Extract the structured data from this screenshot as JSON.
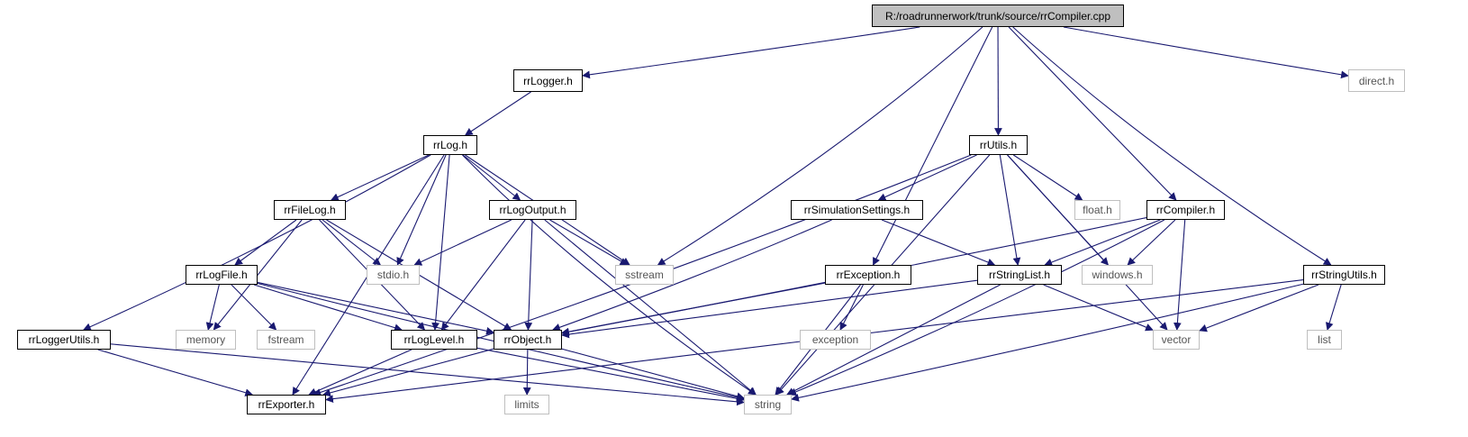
{
  "diagram": {
    "colors": {
      "edge": "#191970",
      "local_border": "#000000",
      "system_border": "#bfbfbf",
      "root_fill": "#bfbfbf"
    },
    "nodes": [
      {
        "id": "root",
        "label": "R:/roadrunnerwork/trunk/source/rrCompiler.cpp",
        "kind": "root"
      },
      {
        "id": "rrLogger",
        "label": "rrLogger.h",
        "kind": "local"
      },
      {
        "id": "direct",
        "label": "direct.h",
        "kind": "system"
      },
      {
        "id": "rrLog",
        "label": "rrLog.h",
        "kind": "local"
      },
      {
        "id": "rrUtils",
        "label": "rrUtils.h",
        "kind": "local"
      },
      {
        "id": "rrFileLog",
        "label": "rrFileLog.h",
        "kind": "local"
      },
      {
        "id": "rrLogOutput",
        "label": "rrLogOutput.h",
        "kind": "local"
      },
      {
        "id": "rrSimSettings",
        "label": "rrSimulationSettings.h",
        "kind": "local"
      },
      {
        "id": "float",
        "label": "float.h",
        "kind": "system"
      },
      {
        "id": "rrCompiler",
        "label": "rrCompiler.h",
        "kind": "local"
      },
      {
        "id": "rrLogFile",
        "label": "rrLogFile.h",
        "kind": "local"
      },
      {
        "id": "stdio",
        "label": "stdio.h",
        "kind": "system"
      },
      {
        "id": "sstream",
        "label": "sstream",
        "kind": "system"
      },
      {
        "id": "rrException",
        "label": "rrException.h",
        "kind": "local"
      },
      {
        "id": "rrStringList",
        "label": "rrStringList.h",
        "kind": "local"
      },
      {
        "id": "windows",
        "label": "windows.h",
        "kind": "system"
      },
      {
        "id": "rrStringUtils",
        "label": "rrStringUtils.h",
        "kind": "local"
      },
      {
        "id": "rrLoggerUtils",
        "label": "rrLoggerUtils.h",
        "kind": "local"
      },
      {
        "id": "memory",
        "label": "memory",
        "kind": "system"
      },
      {
        "id": "fstream",
        "label": "fstream",
        "kind": "system"
      },
      {
        "id": "rrLogLevel",
        "label": "rrLogLevel.h",
        "kind": "local"
      },
      {
        "id": "rrObject",
        "label": "rrObject.h",
        "kind": "local"
      },
      {
        "id": "exception",
        "label": "exception",
        "kind": "system"
      },
      {
        "id": "vector",
        "label": "vector",
        "kind": "system"
      },
      {
        "id": "list",
        "label": "list",
        "kind": "system"
      },
      {
        "id": "rrExporter",
        "label": "rrExporter.h",
        "kind": "local"
      },
      {
        "id": "limits",
        "label": "limits",
        "kind": "system"
      },
      {
        "id": "string",
        "label": "string",
        "kind": "system"
      }
    ],
    "edges": [
      [
        "root",
        "rrLogger"
      ],
      [
        "root",
        "direct"
      ],
      [
        "root",
        "rrUtils"
      ],
      [
        "root",
        "sstream"
      ],
      [
        "root",
        "rrException"
      ],
      [
        "root",
        "rrCompiler"
      ],
      [
        "root",
        "rrStringUtils"
      ],
      [
        "rrLogger",
        "rrLog"
      ],
      [
        "rrLog",
        "rrFileLog"
      ],
      [
        "rrLog",
        "rrLogOutput"
      ],
      [
        "rrLog",
        "stdio"
      ],
      [
        "rrLog",
        "sstream"
      ],
      [
        "rrLog",
        "rrLogLevel"
      ],
      [
        "rrLog",
        "string"
      ],
      [
        "rrLog",
        "rrLoggerUtils"
      ],
      [
        "rrLog",
        "rrExporter"
      ],
      [
        "rrUtils",
        "rrSimSettings"
      ],
      [
        "rrUtils",
        "float"
      ],
      [
        "rrUtils",
        "rrStringList"
      ],
      [
        "rrUtils",
        "windows"
      ],
      [
        "rrUtils",
        "vector"
      ],
      [
        "rrUtils",
        "string"
      ],
      [
        "rrUtils",
        "rrExporter"
      ],
      [
        "rrFileLog",
        "rrLogFile"
      ],
      [
        "rrFileLog",
        "stdio"
      ],
      [
        "rrFileLog",
        "memory"
      ],
      [
        "rrFileLog",
        "rrLogLevel"
      ],
      [
        "rrFileLog",
        "rrObject"
      ],
      [
        "rrLogOutput",
        "stdio"
      ],
      [
        "rrLogOutput",
        "sstream"
      ],
      [
        "rrLogOutput",
        "rrObject"
      ],
      [
        "rrLogOutput",
        "rrLogLevel"
      ],
      [
        "rrLogOutput",
        "string"
      ],
      [
        "rrSimSettings",
        "rrStringList"
      ],
      [
        "rrSimSettings",
        "rrObject"
      ],
      [
        "rrCompiler",
        "rrStringList"
      ],
      [
        "rrCompiler",
        "windows"
      ],
      [
        "rrCompiler",
        "vector"
      ],
      [
        "rrCompiler",
        "string"
      ],
      [
        "rrCompiler",
        "rrObject"
      ],
      [
        "rrLogFile",
        "memory"
      ],
      [
        "rrLogFile",
        "fstream"
      ],
      [
        "rrLogFile",
        "rrLogLevel"
      ],
      [
        "rrLogFile",
        "rrObject"
      ],
      [
        "rrLogFile",
        "string"
      ],
      [
        "rrException",
        "exception"
      ],
      [
        "rrException",
        "string"
      ],
      [
        "rrException",
        "rrObject"
      ],
      [
        "rrStringList",
        "vector"
      ],
      [
        "rrStringList",
        "string"
      ],
      [
        "rrStringList",
        "rrObject"
      ],
      [
        "rrStringUtils",
        "vector"
      ],
      [
        "rrStringUtils",
        "list"
      ],
      [
        "rrStringUtils",
        "string"
      ],
      [
        "rrStringUtils",
        "rrExporter"
      ],
      [
        "rrLoggerUtils",
        "rrExporter"
      ],
      [
        "rrLoggerUtils",
        "string"
      ],
      [
        "rrLogLevel",
        "rrExporter"
      ],
      [
        "rrLogLevel",
        "string"
      ],
      [
        "rrObject",
        "rrExporter"
      ],
      [
        "rrObject",
        "limits"
      ],
      [
        "rrObject",
        "string"
      ]
    ]
  }
}
